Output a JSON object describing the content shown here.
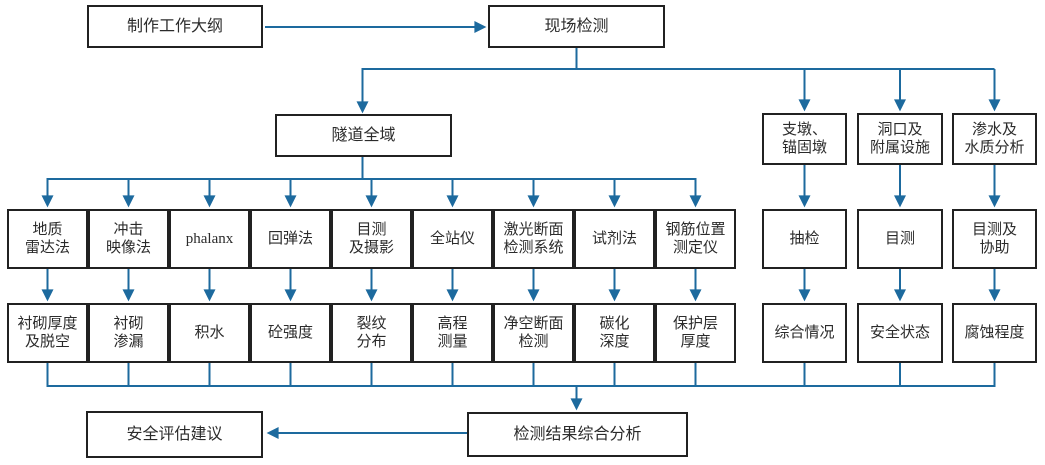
{
  "diagram": {
    "type": "flowchart",
    "language": "zh-CN",
    "colors": {
      "connector_blue": "#1d6a9e",
      "box_border": "#212121",
      "text": "#2b2b2b",
      "background": "#ffffff"
    },
    "nodes": {
      "make_outline": "制作工作大纲",
      "field_inspection": "现场检测",
      "tunnel_full_area": "隧道全域",
      "support_piers": "支墩、\n锚固墩",
      "portal_facilities": "洞口及\n附属设施",
      "seepage_water": "渗水及\n水质分析",
      "result_analysis": "检测结果综合分析",
      "safety_advice": "安全评估建议"
    },
    "methods": [
      "地质\n雷达法",
      "冲击\n映像法",
      "phalanx",
      "回弹法",
      "目测\n及摄影",
      "全站仪",
      "激光断面\n检测系统",
      "试剂法",
      "钢筋位置\n测定仪"
    ],
    "results": [
      "衬砌厚度\n及脱空",
      "衬砌\n渗漏",
      "积水",
      "砼强度",
      "裂纹\n分布",
      "高程\n测量",
      "净空断面\n检测",
      "碳化\n深度",
      "保护层\n厚度"
    ],
    "right_methods": [
      "抽检",
      "目测",
      "目测及\n协助"
    ],
    "right_results": [
      "综合情况",
      "安全状态",
      "腐蚀程度"
    ]
  }
}
